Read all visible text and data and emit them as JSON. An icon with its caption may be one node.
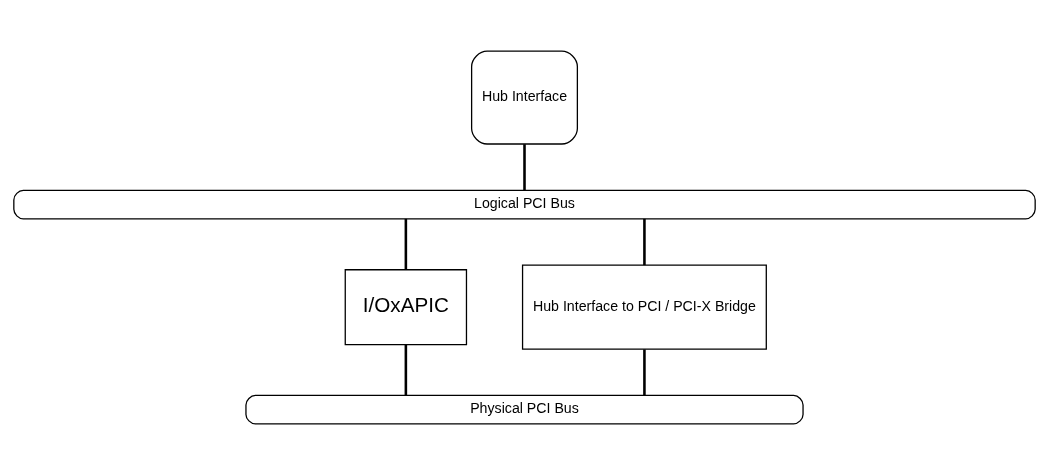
{
  "diagram": {
    "nodes": [
      {
        "text": [
          "Hub Interface"
        ]
      },
      {
        "text": [
          "Logical PCI Bus"
        ]
      },
      {
        "text": [
          "I/OxAPIC"
        ]
      },
      {
        "text": [
          "Hub Interface to PCI / PCI-X Bridge"
        ]
      },
      {
        "text": [
          "Physical PCI Bus"
        ]
      }
    ],
    "edges": [
      {
        "from": 0,
        "to": 1,
        "arrow": "none"
      },
      {
        "from": 1,
        "to": 2,
        "arrow": "none"
      },
      {
        "from": 1,
        "to": 3,
        "arrow": "none"
      },
      {
        "from": 2,
        "to": 4,
        "arrow": "none"
      },
      {
        "from": 3,
        "to": 4,
        "arrow": "none"
      }
    ]
  }
}
